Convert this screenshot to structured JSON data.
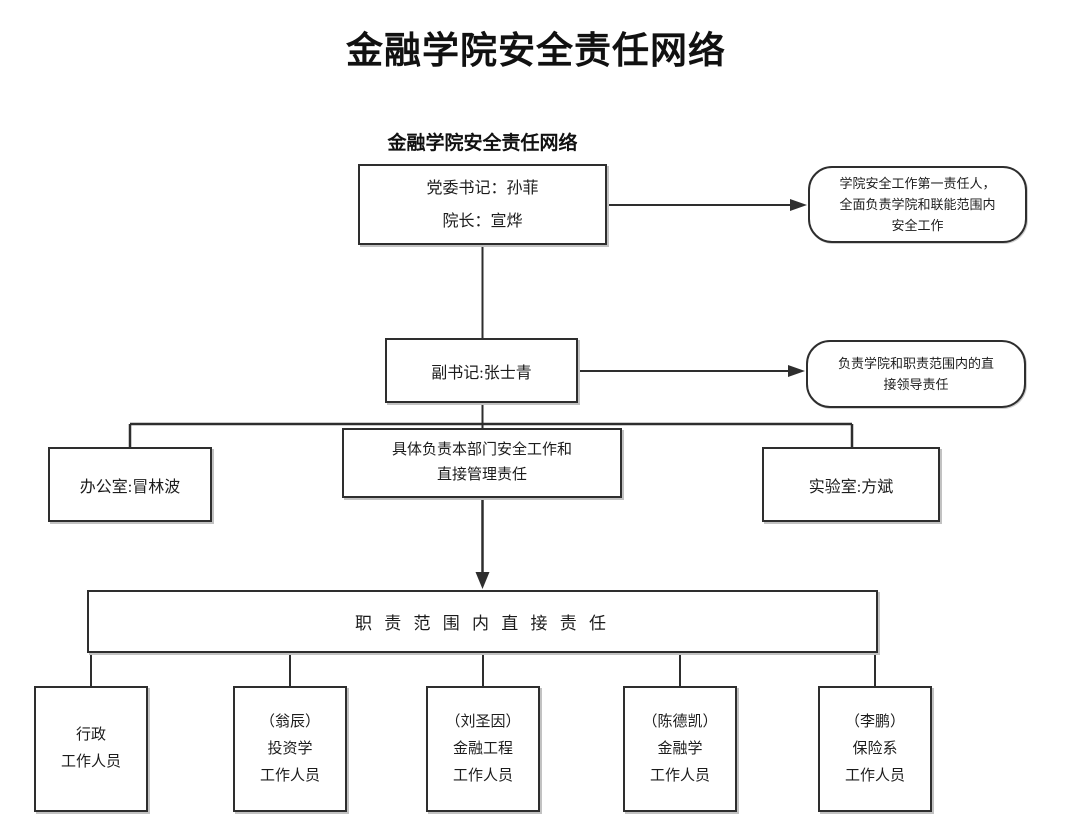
{
  "title": "金融学院安全责任网络",
  "diagram": {
    "heading": "金融学院安全责任网络",
    "leader": {
      "line1": "党委书记：孙菲",
      "line2": "院长：宣烨"
    },
    "leader_note": {
      "line1": "学院安全工作第一责任人，",
      "line2": "全面负责学院和联能范围内",
      "line3": "安全工作"
    },
    "deputy": {
      "label": "副书记:张士青"
    },
    "deputy_note": {
      "line1": "负责学院和职责范围内的直",
      "line2": "接领导责任"
    },
    "office": {
      "label": "办公室:冒林波"
    },
    "duty": {
      "line1": "具体负责本部门安全工作和",
      "line2": "直接管理责任"
    },
    "lab": {
      "label": "实验室:方斌"
    },
    "direct": {
      "label": "职 责 范 围 内 直 接 责 任"
    },
    "staff": [
      {
        "lines": [
          "行政",
          "工作人员"
        ]
      },
      {
        "lines": [
          "（翁辰）",
          "投资学",
          "工作人员"
        ]
      },
      {
        "lines": [
          "（刘圣因）",
          "金融工程",
          "工作人员"
        ]
      },
      {
        "lines": [
          "（陈德凯）",
          "金融学",
          "工作人员"
        ]
      },
      {
        "lines": [
          "（李鹏）",
          "保险系",
          "工作人员"
        ]
      }
    ]
  },
  "colors": {
    "line": "#2e2e2e",
    "border": "#2e2e2e",
    "text": "#1c1c1c",
    "background": "#ffffff"
  }
}
